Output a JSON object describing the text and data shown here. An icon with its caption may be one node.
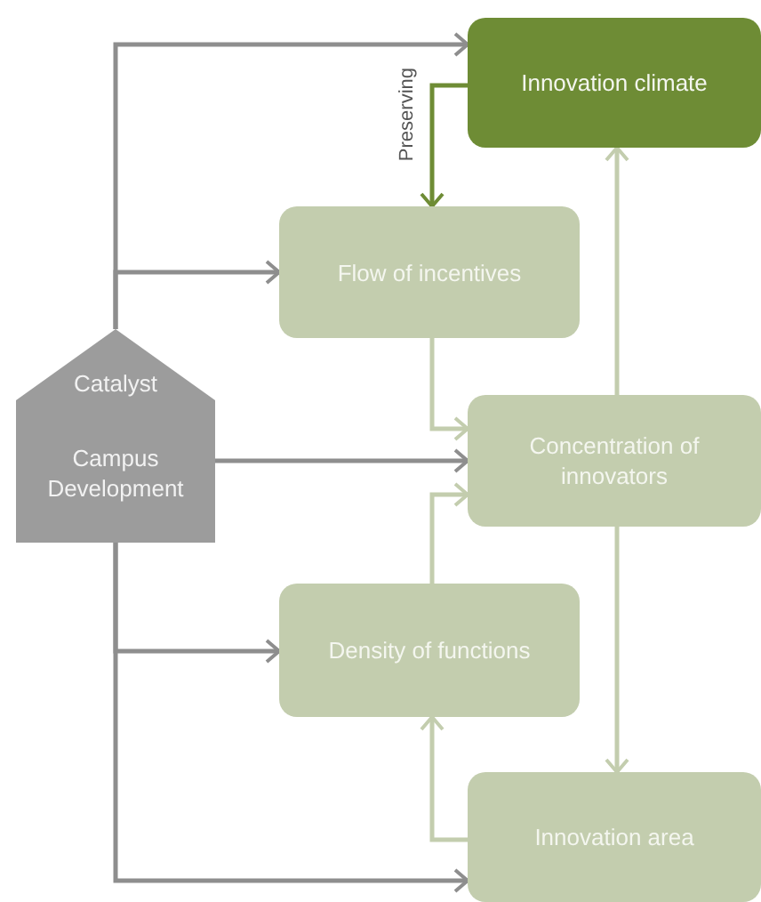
{
  "diagram": {
    "nodes": [
      {
        "text": [
          "Innovation climate"
        ]
      },
      {
        "text": [
          "Flow of incentives"
        ]
      },
      {
        "text": [
          "Catalyst",
          "Campus Development"
        ]
      },
      {
        "text": [
          "Concentration of innovators"
        ]
      },
      {
        "text": [
          "Density of functions"
        ]
      },
      {
        "text": [
          "Innovation area"
        ]
      }
    ],
    "edges": [
      {
        "from": 2,
        "to": 0,
        "arrow": "to"
      },
      {
        "from": 2,
        "to": 1,
        "arrow": "to"
      },
      {
        "from": 2,
        "to": 3,
        "arrow": "to"
      },
      {
        "from": 2,
        "to": 4,
        "arrow": "to"
      },
      {
        "from": 2,
        "to": 5,
        "arrow": "to"
      },
      {
        "from": 0,
        "to": 1,
        "arrow": "to",
        "label": "Preserving",
        "color": "#6e8c35"
      },
      {
        "from": 1,
        "to": 3,
        "arrow": "to",
        "color": "#c3cdae"
      },
      {
        "from": 4,
        "to": 3,
        "arrow": "to",
        "color": "#c3cdae"
      },
      {
        "from": 3,
        "to": 0,
        "arrow": "to",
        "color": "#c3cdae"
      },
      {
        "from": 3,
        "to": 5,
        "arrow": "to",
        "color": "#c3cdae"
      },
      {
        "from": 5,
        "to": 4,
        "arrow": "to",
        "color": "#c3cdae"
      }
    ]
  }
}
